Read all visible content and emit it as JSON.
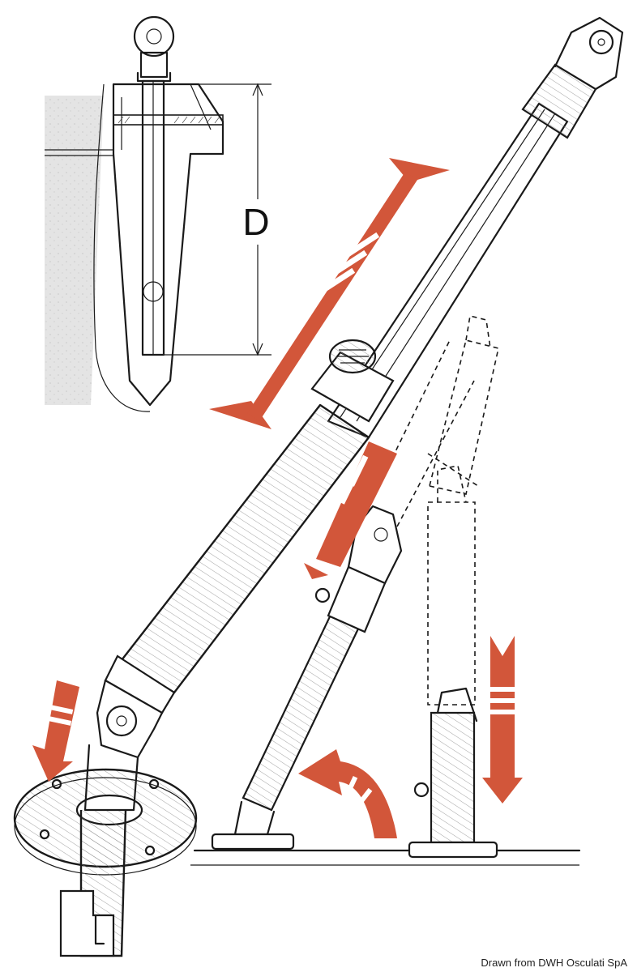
{
  "diagram": {
    "dimension_label": "D",
    "credit": "Drawn from DWH Osculati SpA",
    "colors": {
      "arrow": "#d2563a",
      "ink": "#1a1a1a",
      "hull_texture": "#e2e2e2"
    },
    "icons": [
      "double-headed-adjust-arrow",
      "insert-down-arrow",
      "pivot-curved-arrow",
      "lower-down-arrow"
    ]
  }
}
